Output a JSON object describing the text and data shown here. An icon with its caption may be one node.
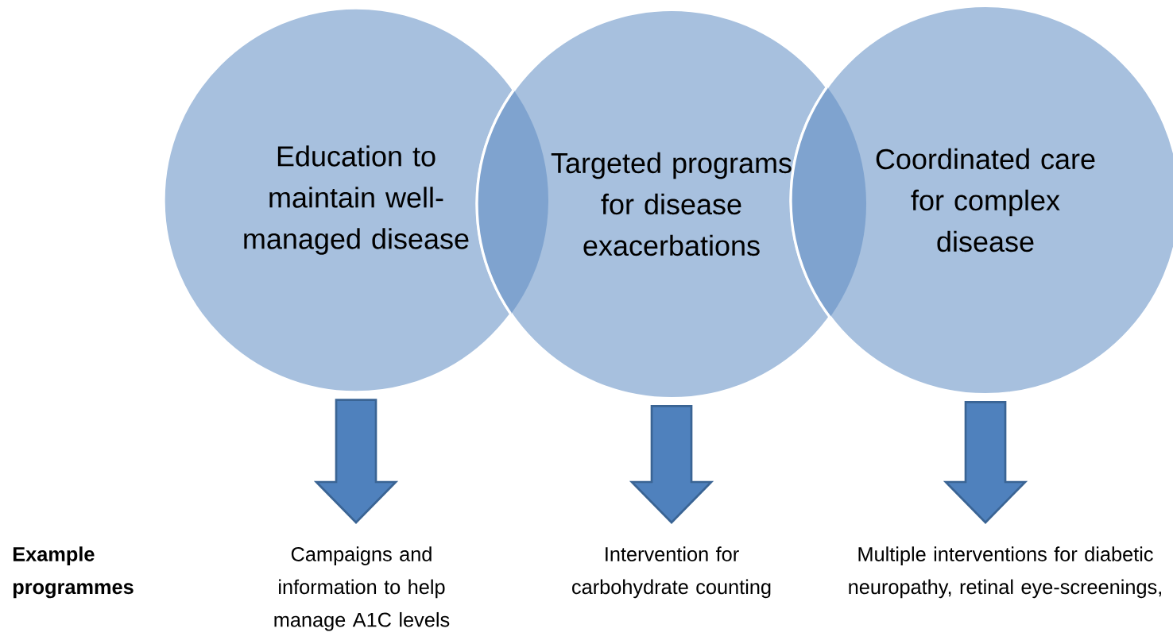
{
  "diagram": {
    "nodes": [
      {
        "text": [
          "Education to maintain well-managed disease"
        ]
      },
      {
        "text": [
          "Targeted programs for disease exacerbations"
        ]
      },
      {
        "text": [
          "Coordinated care for complex disease"
        ]
      },
      {
        "text": [
          "Campaigns and information to help manage A1C levels"
        ]
      },
      {
        "text": [
          "Intervention for carbohydrate counting"
        ]
      },
      {
        "text": [
          "Multiple interventions for diabetic neuropathy, retinal eye-screenings,"
        ]
      }
    ],
    "edges": [
      {
        "from": 0,
        "to": 3,
        "arrow": "to"
      },
      {
        "from": 1,
        "to": 4,
        "arrow": "to"
      },
      {
        "from": 2,
        "to": 5,
        "arrow": "to"
      }
    ],
    "labels": [
      "Example programmes"
    ]
  }
}
